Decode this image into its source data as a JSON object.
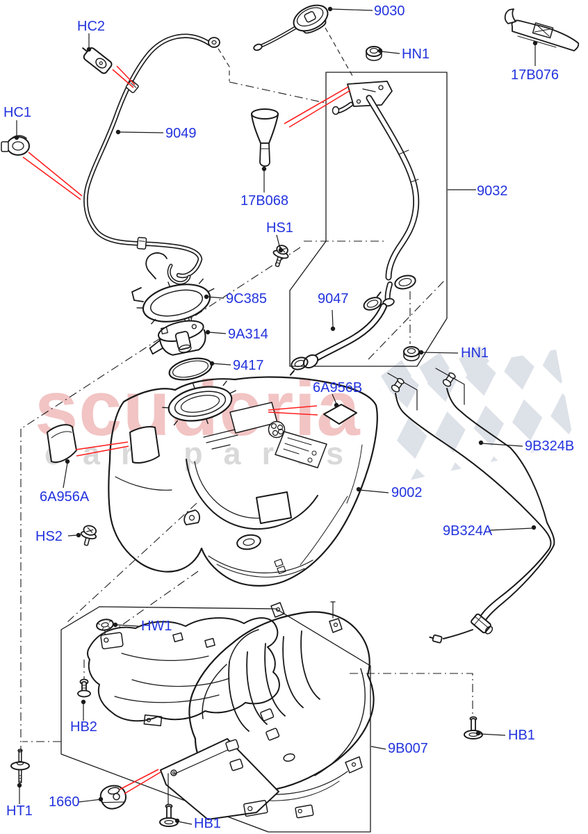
{
  "watermark": {
    "brand": "scuderia",
    "tagline": "car parts",
    "brand_color": "#f2c4c4",
    "tagline_color": "#d9d9d9",
    "flag_gray": "#dde1e8"
  },
  "colors": {
    "label_blue": "#2233dd",
    "leader_red": "#ff1f1f",
    "line_black": "#1a1a1a",
    "background": "#ffffff"
  },
  "labels": {
    "hc2": "HC2",
    "9030": "9030",
    "hn1": "HN1",
    "17b076": "17B076",
    "hc1": "HC1",
    "9049": "9049",
    "17b068": "17B068",
    "9032": "9032",
    "hs1": "HS1",
    "9c385": "9C385",
    "9a314": "9A314",
    "9417": "9417",
    "9047": "9047",
    "6a956b": "6A956B",
    "9b324b": "9B324B",
    "6a956a": "6A956A",
    "9002": "9002",
    "9b324a": "9B324A",
    "hs2": "HS2",
    "hw1": "HW1",
    "hb2": "HB2",
    "9b007": "9B007",
    "hb1": "HB1",
    "1660": "1660",
    "ht1": "HT1"
  }
}
